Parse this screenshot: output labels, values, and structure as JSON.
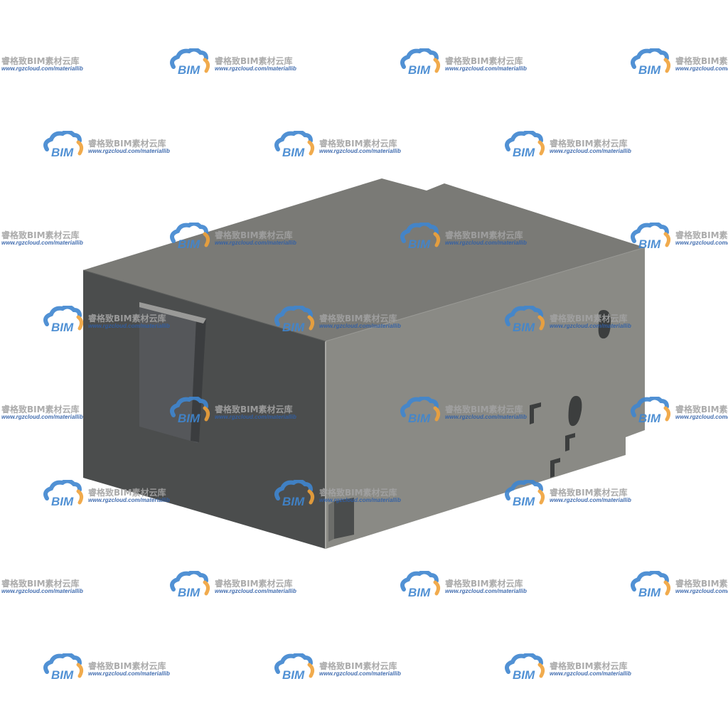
{
  "scene": {
    "subject": "3d-box-model",
    "colors": {
      "background": "#ffffff",
      "front_face": "#8b8b86",
      "left_face": "#4a4c4c",
      "top_face": "#7a7a76",
      "slot_dark": "#3a3c3c",
      "slot_light": "#9a9a98",
      "edge_highlight": "#a9a9a5"
    }
  },
  "watermark": {
    "brand_text": "睿格致BIM素材云库",
    "url_text": "www.rgzcloud.com/materiallib",
    "logo_letters": "BIM",
    "logo_icon": "cloud-bim-logo-icon",
    "colors": {
      "cloud_blue": "#3f86d0",
      "cloud_orange": "#f0a23a",
      "text_gray": "#a3a3a3",
      "url_blue": "#2f5fa8"
    }
  }
}
